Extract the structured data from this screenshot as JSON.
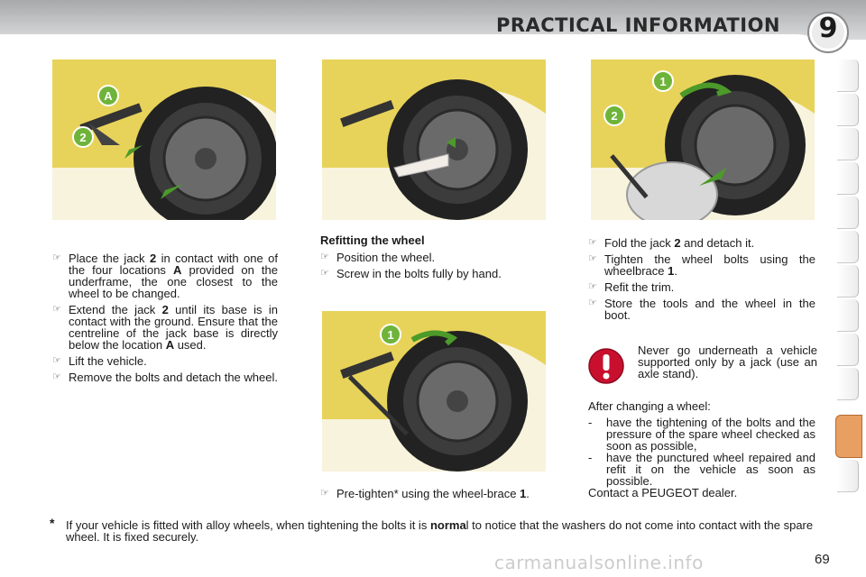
{
  "header": {
    "title": "PRACTICAL INFORMATION",
    "chapter": "9"
  },
  "left_column": {
    "items": [
      {
        "pre": "Place the jack ",
        "bold": "2",
        "mid": " in contact with one of the four locations ",
        "bold2": "A",
        "post": " provided on the underframe, the one closest to the wheel to be changed."
      },
      {
        "pre": "Extend the jack ",
        "bold": "2",
        "mid": " until its base is in contact with the ground. Ensure that the centreline of the jack base is directly below the location ",
        "bold2": "A",
        "post": " used."
      },
      {
        "text": "Lift the vehicle."
      },
      {
        "text": "Remove the bolts and detach the wheel."
      }
    ]
  },
  "middle_column": {
    "heading": "Refitting the wheel",
    "items": [
      {
        "text": "Position the wheel."
      },
      {
        "text": "Screw in the bolts fully by hand."
      }
    ],
    "lower_item": {
      "pre": "Pre-tighten* using the wheel-brace ",
      "bold": "1",
      "post": "."
    }
  },
  "right_column": {
    "items": [
      {
        "pre": "Fold the jack ",
        "bold": "2",
        "post": " and detach it."
      },
      {
        "pre": "Tighten the wheel bolts using the wheelbrace ",
        "bold": "1",
        "post": "."
      },
      {
        "text": "Refit the trim."
      },
      {
        "text": "Store the tools and the wheel in the boot."
      }
    ]
  },
  "warning": {
    "text": "Never go underneath a vehicle supported only by a jack (use an axle stand).",
    "icon": "exclamation-icon",
    "color": "#c8102e"
  },
  "after_change": {
    "intro": "After changing a wheel:",
    "dashes": [
      "have the tightening of the bolts and the pressure of the spare wheel checked as soon as possible,",
      "have the punctured wheel repaired and refit it on the vehicle as soon as possible."
    ],
    "contact": "Contact a PEUGEOT dealer."
  },
  "footnote": {
    "star": "*",
    "pre": "If your vehicle is fitted with alloy wheels, when tightening the bolts it is ",
    "bold": "norma",
    "post": "l to notice that the washers do not come into contact with the spare wheel. It is fixed securely."
  },
  "page_number": "69",
  "watermark": "carmanualsonline.info",
  "photos": {
    "p1_labels": [
      "A",
      "2"
    ],
    "p3_labels": [
      "1",
      "2"
    ],
    "p4_labels": [
      "1"
    ]
  },
  "bullet_glyph": "☞",
  "colors": {
    "car_yellow": "#e8d35a",
    "label_green": "#6fb43a",
    "arrow_green": "#4c9a2a",
    "tab_orange": "#e8a062"
  }
}
